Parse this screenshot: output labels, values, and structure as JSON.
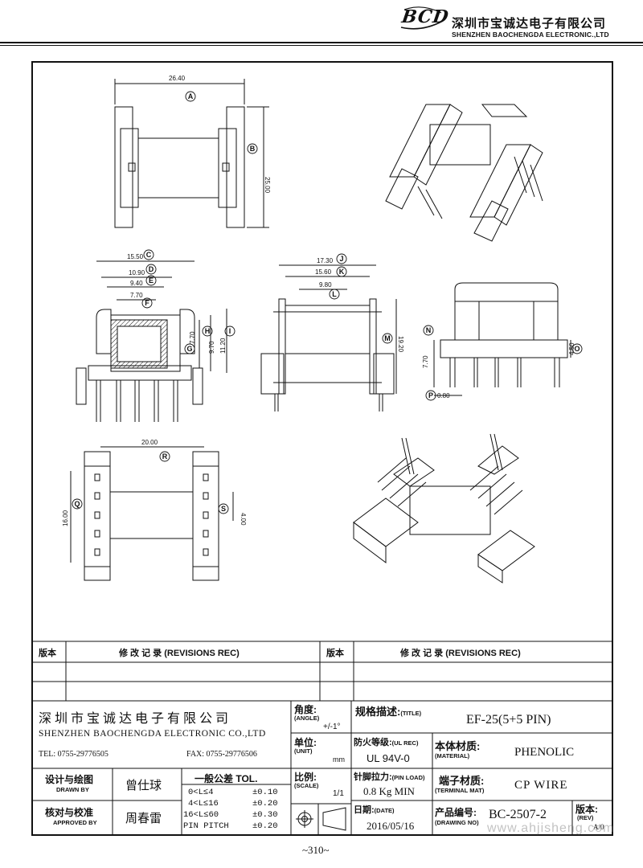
{
  "header": {
    "logo": "BCD",
    "company_cn": "深圳市宝诚达电子有限公司",
    "company_en": "SHENZHEN BAOCHENGDA ELECTRONIC.,LTD"
  },
  "dims": {
    "d2640": "26.40",
    "d2500": "25.00",
    "d1550": "15.50",
    "d1090": "10.90",
    "d940": "9.40",
    "d770a": "7.70",
    "d770b": "7.70",
    "d970": "9.70",
    "d1120": "11.20",
    "d1730": "17.30",
    "d1560": "15.60",
    "d980": "9.80",
    "d1920": "19.20",
    "d770c": "7.70",
    "d450": "4.50",
    "d080": "0.80",
    "d2000": "20.00",
    "d1600": "16.00",
    "d400": "4.00"
  },
  "labels": {
    "A": "A",
    "B": "B",
    "C": "C",
    "D": "D",
    "E": "E",
    "F": "F",
    "G": "G",
    "H": "H",
    "I": "I",
    "J": "J",
    "K": "K",
    "L": "L",
    "M": "M",
    "N": "N",
    "O": "O",
    "P": "P",
    "Q": "Q",
    "R": "R",
    "S": "S"
  },
  "revisions": {
    "col_version": "版本",
    "col_record": "修 改 记 录  (REVISIONS REC)"
  },
  "titleblock": {
    "company_cn": "深 圳 市 宝 诚 达 电 子 有 限 公 司",
    "company_en": "SHENZHEN BAOCHENGDA ELECTRONIC CO.,LTD",
    "tel": "TEL: 0755-29776505",
    "fax": "FAX: 0755-29776506",
    "angle_label": "角度:",
    "angle_en": "(ANGLE)",
    "angle_val": "+/-1°",
    "unit_label": "单位:",
    "unit_en": "(UNIT)",
    "unit_val": "mm",
    "scale_label": "比例:",
    "scale_en": "(SCALE)",
    "scale_val": "1/1",
    "title_label": "规格描述:",
    "title_en": "(TITLE)",
    "title_val": "EF-25(5+5 PIN)",
    "ulrec_label": "防火等级:",
    "ulrec_en": "(UL REC)",
    "ulrec_val": "UL 94V-0",
    "material_label": "本体材质:",
    "material_en": "(MATERIAL)",
    "material_val": "PHENOLIC",
    "pinload_label": "针脚拉力:",
    "pinload_en": "(PIN LOAD)",
    "pinload_val": "0.8 Kg MIN",
    "terminal_label": "端子材质:",
    "terminal_en": "(TERMINAL MAT)",
    "terminal_val": "CP WIRE",
    "date_label": "日期:",
    "date_en": "(DATE)",
    "date_val": "2016/05/16",
    "drawno_label": "产品编号:",
    "drawno_en": "(DRAWING NO)",
    "drawno_val": "BC-2507-2",
    "rev_label": "版本:",
    "rev_en": "(REV)",
    "rev_val": "A/0",
    "drawn_label": "设计与绘图",
    "drawn_en": "DRAWN BY",
    "drawn_val": "曾仕球",
    "approved_label": "核对与校准",
    "approved_en": "APPROVED BY",
    "approved_val": "周春雷",
    "tol_title": "一般公差 TOL.",
    "tol_rows": [
      {
        "range": "0<L≤4",
        "val": "±0.10"
      },
      {
        "range": "4<L≤16",
        "val": "±0.20"
      },
      {
        "range": "16<L≤60",
        "val": "±0.30"
      },
      {
        "range": "PIN PITCH",
        "val": "±0.20"
      }
    ]
  },
  "watermark": "www.ahjisheng.com",
  "page_number": "~310~"
}
